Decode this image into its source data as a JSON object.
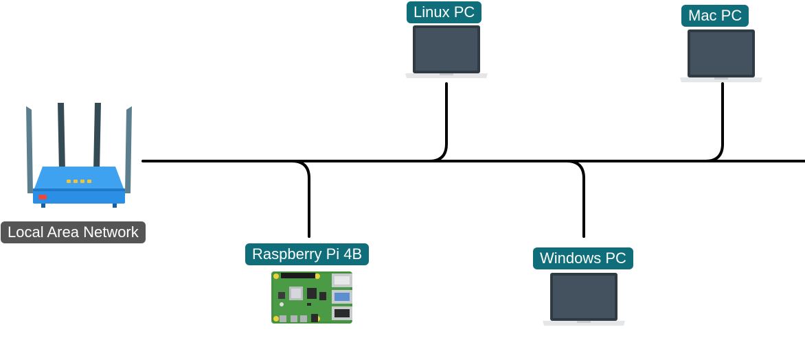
{
  "network": {
    "label": "Local Area Network",
    "icon": "router-icon"
  },
  "devices": [
    {
      "label": "Linux PC",
      "icon": "laptop-icon"
    },
    {
      "label": "Mac PC",
      "icon": "laptop-icon"
    },
    {
      "label": "Raspberry Pi 4B",
      "icon": "raspberry-pi-board-icon"
    },
    {
      "label": "Windows PC",
      "icon": "laptop-icon"
    }
  ],
  "colors": {
    "label_teal": "#106e7a",
    "label_gray": "#555555",
    "bus_line": "#000000",
    "router_body": "#2b8fe6",
    "antenna": "#5c7f8e",
    "laptop_screen": "#3f4f5c",
    "board_green": "#4b9a45"
  }
}
